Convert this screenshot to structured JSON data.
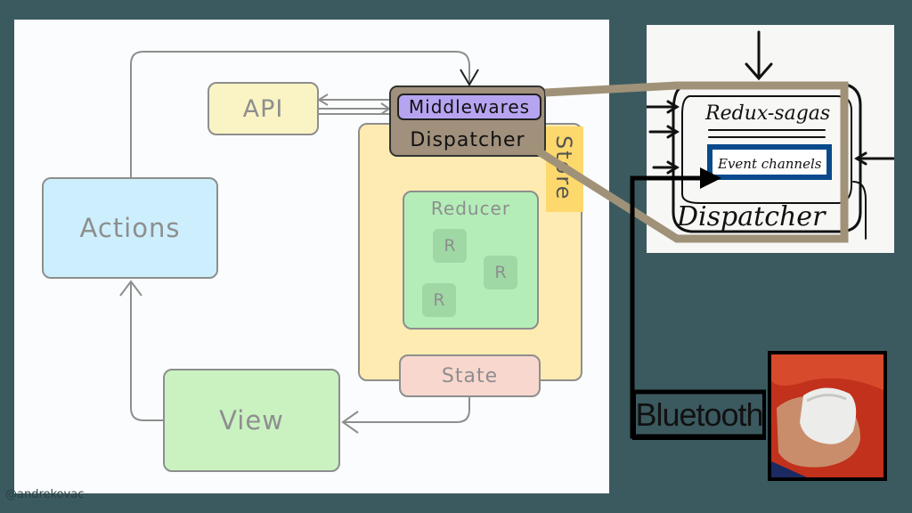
{
  "diagram": {
    "nodes": {
      "api": "API",
      "actions": "Actions",
      "view": "View",
      "store": "Store",
      "reducer": "Reducer",
      "r1": "R",
      "r2": "R",
      "r3": "R",
      "state": "State",
      "dispatcher": "Dispatcher",
      "middlewares": "Middlewares"
    }
  },
  "sketch": {
    "redux_sagas": "Redux-sagas",
    "event_channels": "Event channels",
    "dispatcher": "Dispatcher"
  },
  "bluetooth": {
    "label": "Bluetooth"
  },
  "footer": {
    "credit": "@andrekovac"
  },
  "colors": {
    "background": "#3b5a60",
    "api": "#faf3c4",
    "actions": "#cdeffd",
    "view": "#c9f2c0",
    "store": "#fdebb1",
    "reducer": "#b4edb8",
    "state": "#f7d7ce",
    "dispatcher": "#a0907c",
    "middlewares": "#b7a4f0",
    "connector": "#a09278"
  }
}
